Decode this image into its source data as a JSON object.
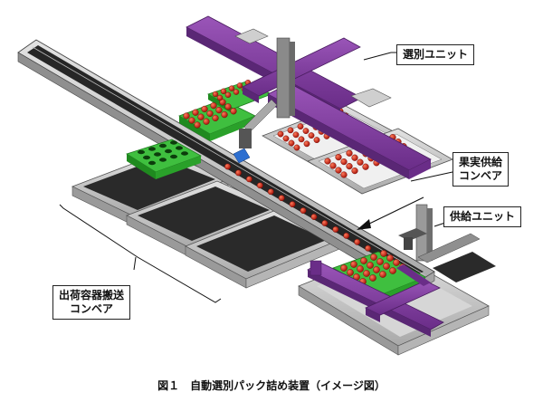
{
  "labels": {
    "selection_unit": "選別ユニット",
    "fruit_supply_conveyor_line1": "果実供給",
    "fruit_supply_conveyor_line2": "コンベア",
    "supply_unit": "供給ユニット",
    "shipping_container_conveyor_line1": "出荷容器搬送",
    "shipping_container_conveyor_line2": "コンベア"
  },
  "caption": "図１　自動選別パック詰め装置（イメージ図）",
  "colors": {
    "frame_purple": "#7d3a9a",
    "frame_purple_dark": "#5a2775",
    "belt_black": "#2a2a2a",
    "tray_green": "#35a835",
    "tray_green_dark": "#1f7a1f",
    "fruit_red": "#c81a10",
    "metal_gray": "#c9c9c9"
  },
  "icons": [
    "arrow-left-icon",
    "leader-line"
  ]
}
